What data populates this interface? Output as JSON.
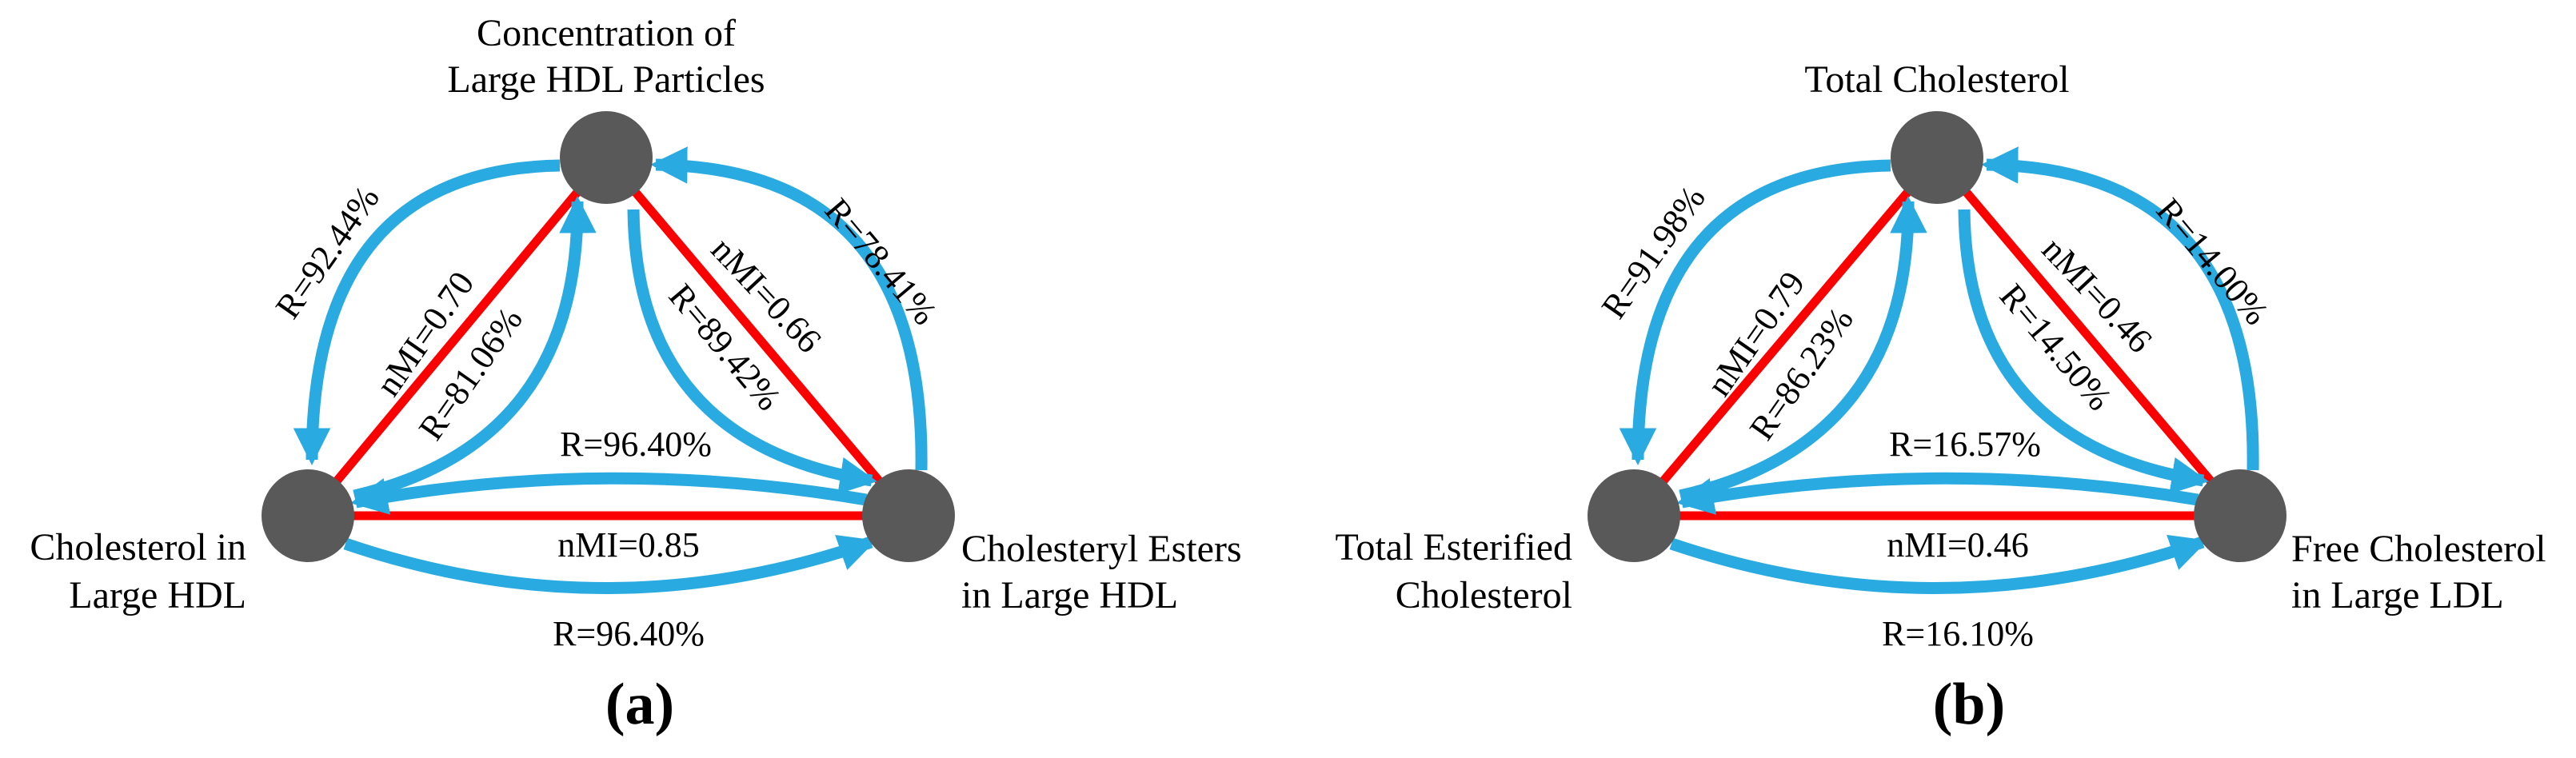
{
  "figure": {
    "colors": {
      "arrow_blue": "#29ABE2",
      "line_red": "#FB0000",
      "node_gray": "#595959",
      "text": "#000000"
    },
    "panels": [
      {
        "caption": "(a)",
        "nodes": {
          "top": {
            "line1": "Concentration of",
            "line2": "Large HDL Particles"
          },
          "bottom_left": {
            "line1": "Cholesterol in",
            "line2": "Large HDL"
          },
          "bottom_right": {
            "line1": "Cholesteryl Esters",
            "line2": "in Large HDL"
          }
        },
        "edges": {
          "top_left_outer": "R=92.44%",
          "top_left_red": "nMI=0.70",
          "top_left_inner": "R=81.06%",
          "top_right_outer": "R=78.41%",
          "top_right_red": "nMI=0.66",
          "top_right_inner": "R=89.42%",
          "bottom_upper": "R=96.40%",
          "bottom_red": "nMI=0.85",
          "bottom_lower": "R=96.40%"
        }
      },
      {
        "caption": "(b)",
        "nodes": {
          "top": {
            "line1": "Total Cholesterol",
            "line2": ""
          },
          "bottom_left": {
            "line1": "Total Esterified",
            "line2": "Cholesterol"
          },
          "bottom_right": {
            "line1": "Free Cholesterol",
            "line2": "in Large LDL"
          }
        },
        "edges": {
          "top_left_outer": "R=91.98%",
          "top_left_red": "nMI=0.79",
          "top_left_inner": "R=86.23%",
          "top_right_outer": "R=14.00%",
          "top_right_red": "nMI=0.46",
          "top_right_inner": "R=14.50%",
          "bottom_upper": "R=16.57%",
          "bottom_red": "nMI=0.46",
          "bottom_lower": "R=16.10%"
        }
      }
    ]
  }
}
